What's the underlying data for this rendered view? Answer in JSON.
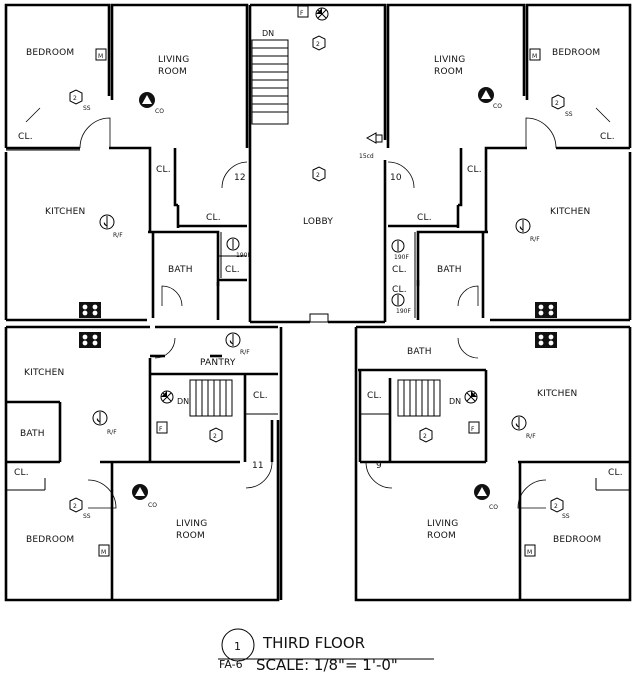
{
  "rooms": {
    "tl_bedroom": "BEDROOM",
    "tl_living": "LIVING\nROOM",
    "tl_kitchen": "KITCHEN",
    "tl_bath": "BATH",
    "tr_bedroom": "BEDROOM",
    "tr_living": "LIVING\nROOM",
    "tr_kitchen": "KITCHEN",
    "tr_bath": "BATH",
    "bl_kitchen": "KITCHEN",
    "bl_bath": "BATH",
    "bl_bedroom": "BEDROOM",
    "bl_living": "LIVING\nROOM",
    "br_bath": "BATH",
    "br_kitchen": "KITCHEN",
    "br_living": "LIVING\nROOM",
    "br_bedroom": "BEDROOM",
    "lobby": "LOBBY",
    "pantry": "PANTRY"
  },
  "closet_label": "CL.",
  "stair_label": "DN",
  "device_labels": {
    "m": "M",
    "f": "F",
    "ss": "SS",
    "co": "CO",
    "rf": "R/F",
    "r90": "190F",
    "cd": "15cd"
  },
  "unit_numbers": {
    "u12": "12",
    "u10": "10",
    "u11": "11",
    "u9": "9"
  },
  "tag_number": "2",
  "title_block": {
    "detail_number": "1",
    "sheet": "FA-6",
    "title": "THIRD FLOOR",
    "scale": "SCALE: 1/8\"= 1'-0\""
  }
}
